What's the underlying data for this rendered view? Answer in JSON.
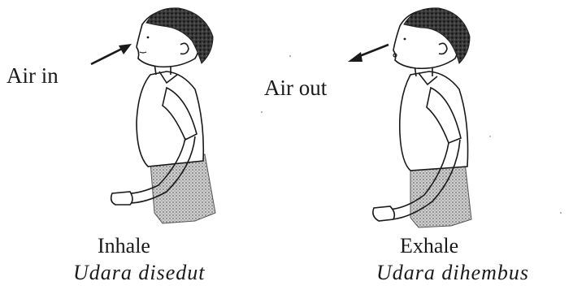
{
  "labels": {
    "air_in": "Air in",
    "air_out": "Air out"
  },
  "captions": {
    "inhale": "Inhale",
    "inhale_translation": "Udara disedut",
    "exhale": "Exhale",
    "exhale_translation": "Udara dihembus"
  },
  "colors": {
    "ink": "#1a1a1a",
    "shade": "#8a8a8a"
  }
}
